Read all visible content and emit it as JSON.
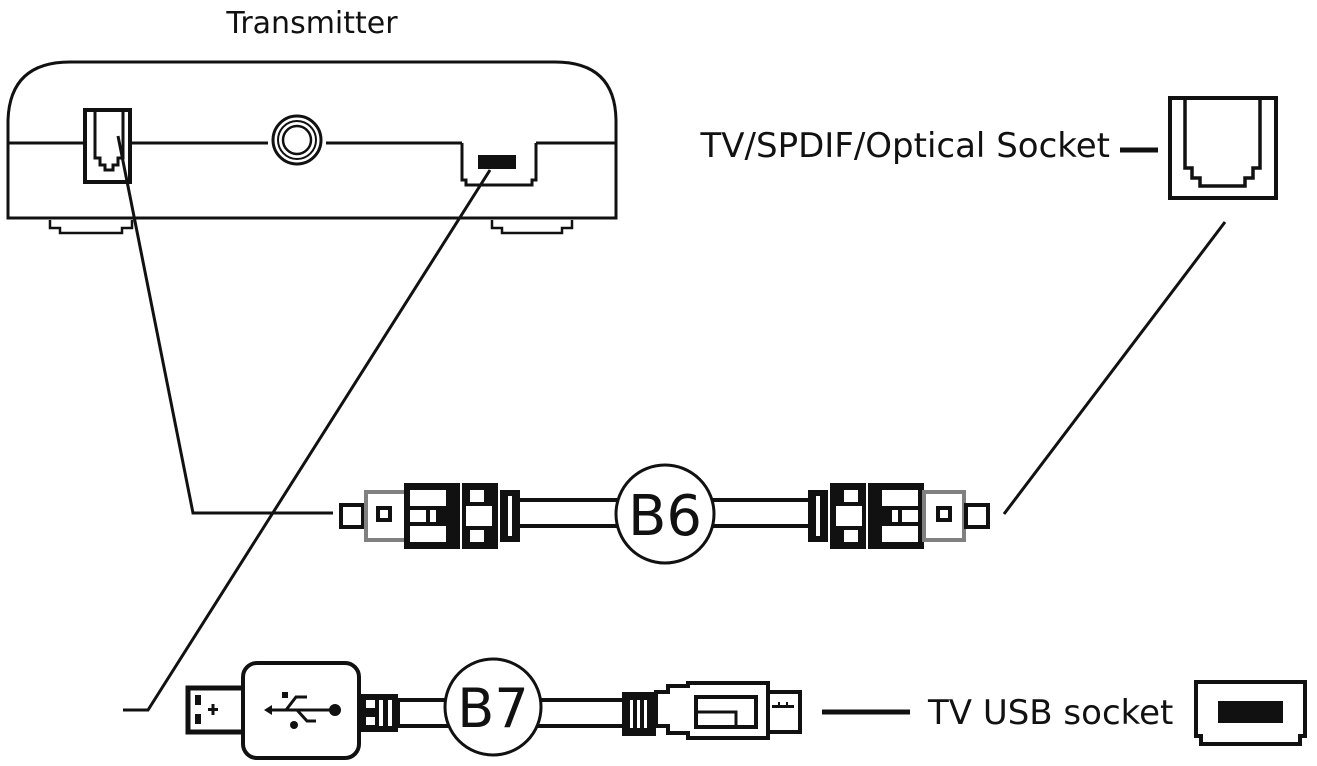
{
  "diagram": {
    "title": "Transmitter",
    "labels": {
      "optical_socket": "TV/SPDIF/Optical Socket",
      "usb_socket": "TV USB socket"
    },
    "cables": [
      {
        "id": "B6",
        "label": "B6",
        "type": "optical-toslink-cable"
      },
      {
        "id": "B7",
        "label": "B7",
        "type": "usb-cable"
      }
    ],
    "colors": {
      "line": "#111111",
      "plug_tip": "#808080",
      "background": "#ffffff"
    },
    "icons": [
      "optical-port-icon",
      "audio-jack-icon",
      "usb-port-icon",
      "usb-symbol-icon"
    ]
  }
}
